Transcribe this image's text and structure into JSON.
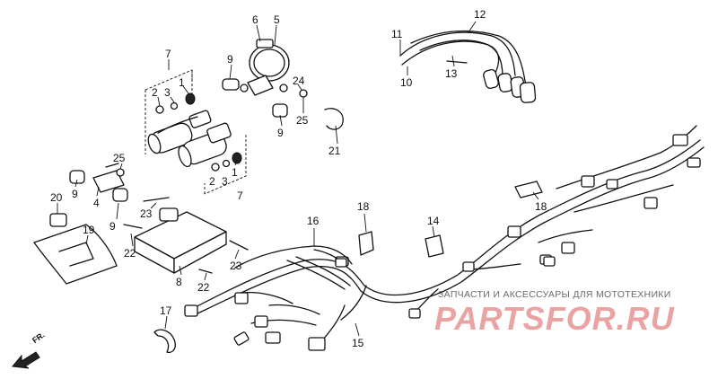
{
  "diagram": {
    "callouts": [
      {
        "id": "c7a",
        "text": "7"
      },
      {
        "id": "c2a",
        "text": "2"
      },
      {
        "id": "c3a",
        "text": "3"
      },
      {
        "id": "c1a",
        "text": "1"
      },
      {
        "id": "c6",
        "text": "6"
      },
      {
        "id": "c5",
        "text": "5"
      },
      {
        "id": "c9a",
        "text": "9"
      },
      {
        "id": "c24",
        "text": "24"
      },
      {
        "id": "c25a",
        "text": "25"
      },
      {
        "id": "c9b",
        "text": "9"
      },
      {
        "id": "c21",
        "text": "21"
      },
      {
        "id": "c11",
        "text": "11"
      },
      {
        "id": "c12",
        "text": "12"
      },
      {
        "id": "c13",
        "text": "13"
      },
      {
        "id": "c10",
        "text": "10"
      },
      {
        "id": "c1b",
        "text": "1"
      },
      {
        "id": "c2b",
        "text": "2"
      },
      {
        "id": "c3b",
        "text": "3"
      },
      {
        "id": "c7b",
        "text": "7"
      },
      {
        "id": "c25b",
        "text": "25"
      },
      {
        "id": "c20",
        "text": "20"
      },
      {
        "id": "c9c",
        "text": "9"
      },
      {
        "id": "c4",
        "text": "4"
      },
      {
        "id": "c9d",
        "text": "9"
      },
      {
        "id": "c23a",
        "text": "23"
      },
      {
        "id": "c19",
        "text": "19"
      },
      {
        "id": "c22a",
        "text": "22"
      },
      {
        "id": "c8",
        "text": "8"
      },
      {
        "id": "c22b",
        "text": "22"
      },
      {
        "id": "c23b",
        "text": "23"
      },
      {
        "id": "c16",
        "text": "16"
      },
      {
        "id": "c18a",
        "text": "18"
      },
      {
        "id": "c14",
        "text": "14"
      },
      {
        "id": "c18b",
        "text": "18"
      },
      {
        "id": "c17",
        "text": "17"
      },
      {
        "id": "c15",
        "text": "15"
      }
    ]
  },
  "watermark": {
    "caption": "ЗАПЧАСТИ И АКСЕССУАРЫ ДЛЯ МОТОТЕХНИКИ",
    "logo": "PARTSFOR.RU"
  },
  "front_marker": "FR.",
  "colors": {
    "ink": "#111111",
    "watermark_logo": "#e89a9a",
    "watermark_caption": "#6b6b6b"
  }
}
